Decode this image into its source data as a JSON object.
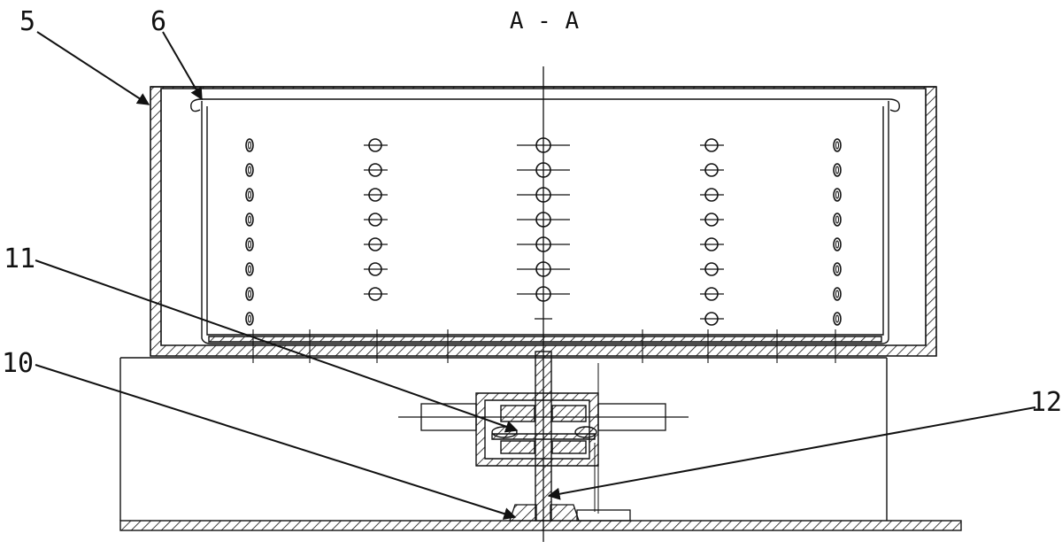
{
  "section_title": "A - A",
  "callouts": [
    {
      "id": "5",
      "label": "5"
    },
    {
      "id": "6",
      "label": "6"
    },
    {
      "id": "11",
      "label": "11"
    },
    {
      "id": "10",
      "label": "10"
    },
    {
      "id": "12",
      "label": "12"
    }
  ],
  "hole_pattern": {
    "rows": 8,
    "columns": [
      "slot",
      "crossed",
      "circle",
      "crossed",
      "slot"
    ]
  },
  "colors": {
    "line": "#111111",
    "background": "#ffffff"
  }
}
